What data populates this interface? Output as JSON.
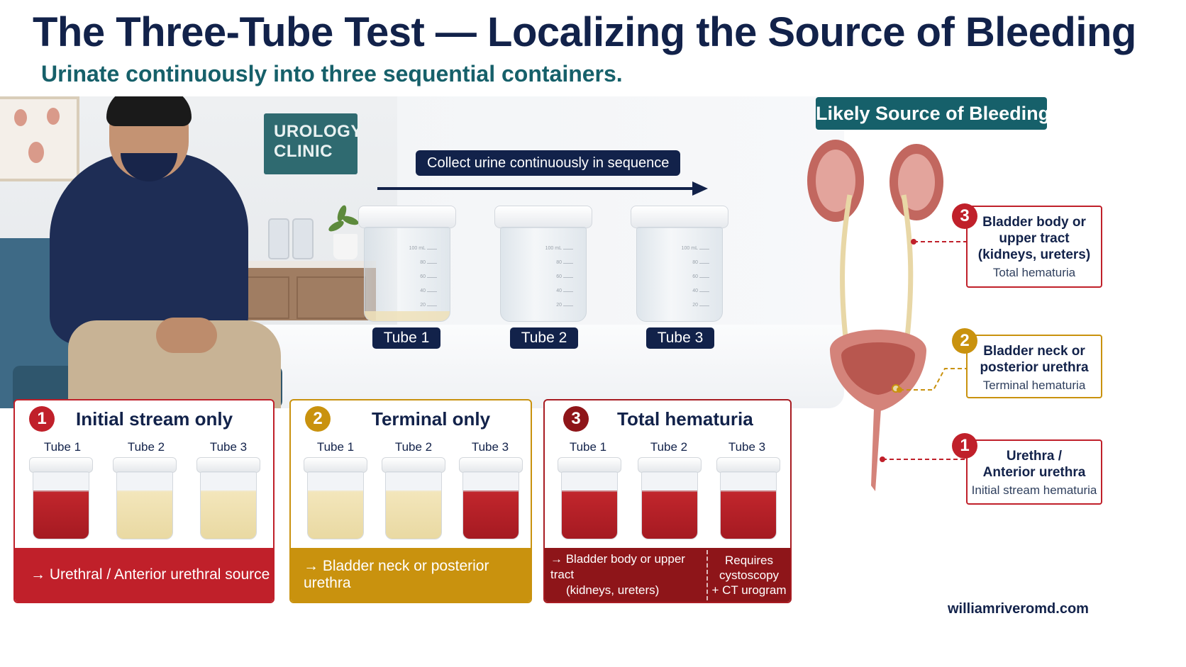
{
  "header": {
    "title": "The Three-Tube Test — Localizing the Source of Bleeding",
    "subtitle": "Urinate continuously into three sequential containers."
  },
  "scene": {
    "sign_line1": "UROLOGY",
    "sign_line2": "CLINIC",
    "sequence_label": "Collect urine continuously in sequence",
    "tubes": [
      "Tube 1",
      "Tube 2",
      "Tube 3"
    ],
    "cup_scale": [
      "100 mL",
      "80",
      "60",
      "40",
      "20"
    ]
  },
  "scenarios": [
    {
      "number": "1",
      "title": "Initial stream only",
      "tubes": [
        "Tube 1",
        "Tube 2",
        "Tube 3"
      ],
      "fills": [
        "red",
        "yellow",
        "yellow"
      ],
      "result": "→ Urethral / Anterior urethral source"
    },
    {
      "number": "2",
      "title": "Terminal only",
      "tubes": [
        "Tube 1",
        "Tube 2",
        "Tube 3"
      ],
      "fills": [
        "yellow",
        "yellow",
        "red"
      ],
      "result": "→ Bladder neck or posterior urethra"
    },
    {
      "number": "3",
      "title": "Total hematuria",
      "tubes": [
        "Tube 1",
        "Tube 2",
        "Tube 3"
      ],
      "fills": [
        "red",
        "red",
        "red"
      ],
      "result_line1": "→ Bladder body or upper tract",
      "result_line2": "(kidneys, ureters)",
      "note_line1": "Requires",
      "note_line2": "cystoscopy",
      "note_line3": "+ CT urogram"
    }
  ],
  "anatomy": {
    "heading": "Likely Source of Bleeding",
    "sources": [
      {
        "number": "3",
        "line1": "Bladder body or",
        "line2": "upper tract",
        "line3": "(kidneys, ureters)",
        "sub": "Total hematuria"
      },
      {
        "number": "2",
        "line1": "Bladder neck or",
        "line2": "posterior urethra",
        "sub": "Terminal hematuria"
      },
      {
        "number": "1",
        "line1": "Urethra /",
        "line2": "Anterior urethra",
        "sub": "Initial stream hematuria"
      }
    ]
  },
  "colors": {
    "navy": "#12224a",
    "teal": "#16606a",
    "red": "#c0202a",
    "gold": "#c9920e",
    "darkred": "#8e1519"
  },
  "footer": {
    "credit": "williamriveromd.com"
  }
}
